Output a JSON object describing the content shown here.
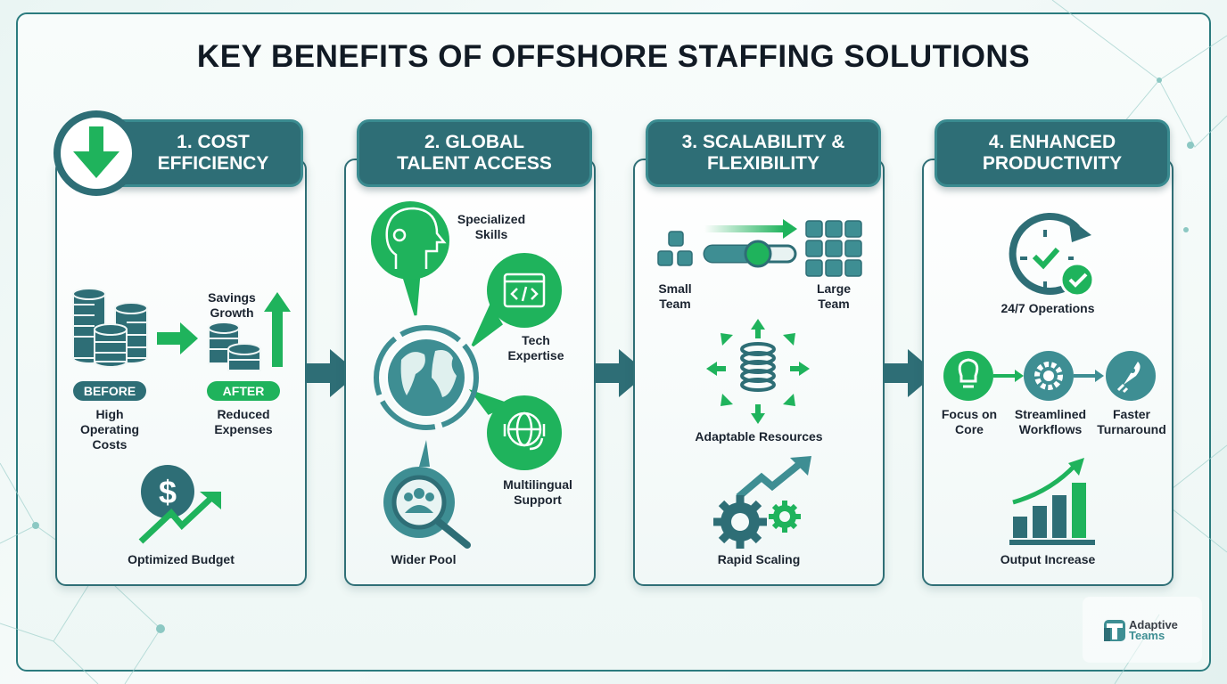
{
  "title": "KEY BENEFITS OF OFFSHORE STAFFING SOLUTIONS",
  "colors": {
    "teal_dark": "#2e6e76",
    "teal_mid": "#3e8e93",
    "green": "#1fb35c",
    "text": "#1b2430"
  },
  "cards": [
    {
      "header": "1. COST\nEFFICIENCY",
      "header_line1": "1. COST",
      "header_line2": "EFFICIENCY",
      "badge_icon": "down-arrow-icon",
      "items": {
        "savings": "Savings\nGrowth",
        "before_pill": "BEFORE",
        "before_text": "High\nOperating\nCosts",
        "after_pill": "AFTER",
        "after_text": "Reduced\nExpenses",
        "bottom": "Optimized Budget"
      }
    },
    {
      "header_line1": "2. GLOBAL",
      "header_line2": "TALENT ACCESS",
      "items": {
        "skills": "Specialized\nSkills",
        "tech": "Tech\nExpertise",
        "multi": "Multilingual\nSupport",
        "pool": "Wider Pool"
      }
    },
    {
      "header_line1": "3. SCALABILITY &",
      "header_line2": "FLEXIBILITY",
      "items": {
        "small": "Small\nTeam",
        "large": "Large\nTeam",
        "adaptable": "Adaptable Resources",
        "rapid": "Rapid Scaling"
      }
    },
    {
      "header_line1": "4. ENHANCED",
      "header_line2": "PRODUCTIVITY",
      "items": {
        "ops": "24/7 Operations",
        "focus": "Focus on\nCore",
        "workflows": "Streamlined\nWorkflows",
        "faster": "Faster\nTurnaround",
        "output": "Output Increase"
      }
    }
  ],
  "logo": {
    "line1": "Adaptive",
    "line2": "Teams"
  }
}
